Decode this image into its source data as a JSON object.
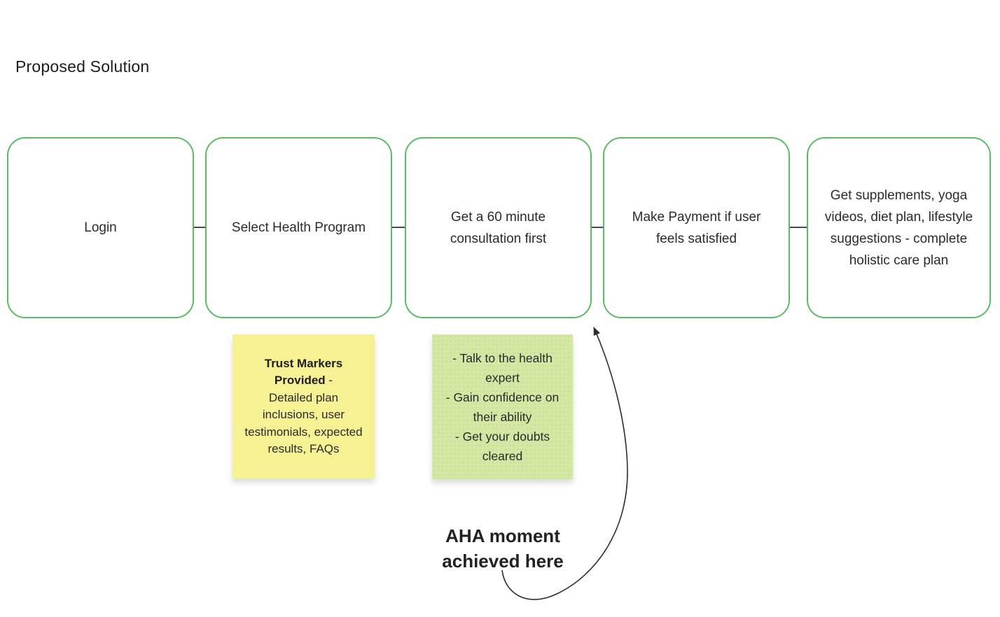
{
  "title": "Proposed Solution",
  "flow": {
    "boxes": [
      {
        "label": "Login"
      },
      {
        "label": "Select Health Program"
      },
      {
        "label": "Get a 60 minute consultation first"
      },
      {
        "label": "Make Payment if user feels satisfied"
      },
      {
        "label": "Get supplements, yoga videos, diet plan, lifestyle suggestions - complete holistic care plan"
      }
    ]
  },
  "notes": {
    "trust_note": {
      "heading": "Trust Markers Provided",
      "dash": " -",
      "body": "Detailed plan inclusions, user testimonials, expected results, FAQs",
      "color": "#f6f193"
    },
    "consult_note": {
      "lines": [
        "- Talk to the health expert",
        "- Gain confidence on their ability",
        "- Get your doubts cleared"
      ],
      "color": "#d4e8a4"
    }
  },
  "annotation": {
    "line1": "AHA moment",
    "line2": "achieved here"
  },
  "colors": {
    "box_border": "#5abd62",
    "connector": "#4a4a4a",
    "arrow": "#2e2e2e",
    "text": "#222222",
    "yellow_note": "#f6f193",
    "green_note": "#d4e8a4"
  }
}
